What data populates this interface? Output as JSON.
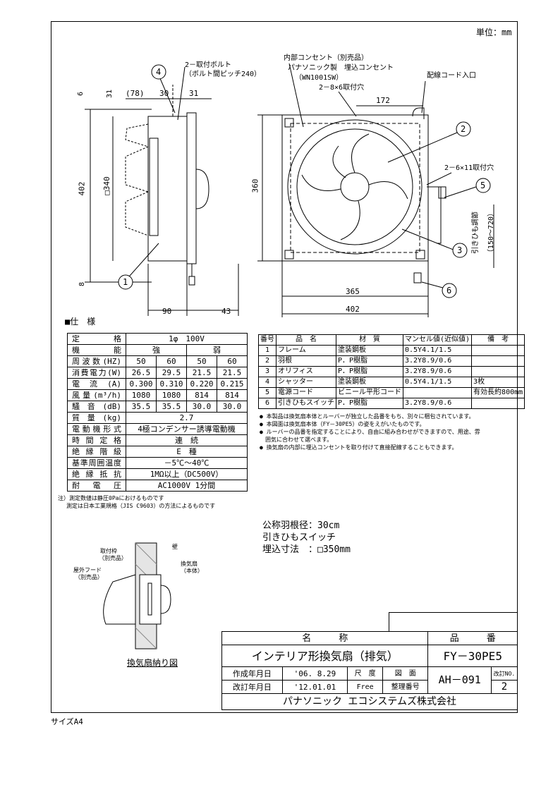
{
  "unit": "単位：mm",
  "size": "サイズA4",
  "callouts": [
    "1",
    "2",
    "3",
    "4",
    "5",
    "6"
  ],
  "side_view": {
    "dims": {
      "d6": "6",
      "d31a": "31",
      "d78": "(78)",
      "d30": "30",
      "d31b": "31",
      "d402": "402",
      "d340": "□340",
      "d8": "8",
      "d90": "90",
      "d43": "43"
    },
    "bolt_note_1": "2－取付ボルト",
    "bolt_note_2": "（ボルト間ピッチ240）"
  },
  "front_view": {
    "note_outlet_1": "内部コンセント（別売品）",
    "note_outlet_2": "パナソニック製　埋込コンセント",
    "note_outlet_3": "（WN1001SW）",
    "note_holes_top": "2－8×6取付穴",
    "note_cord_inlet": "配線コード入口",
    "note_holes_side": "2－6×11取付穴",
    "pull_cord_1": "引きひも調節",
    "pull_cord_2": "（150～720）",
    "dims": {
      "d172": "172",
      "d360": "360",
      "d365": "365",
      "d402": "402"
    }
  },
  "spec": {
    "heading": "■仕　様",
    "rows": [
      {
        "label": "定格",
        "cells": [
          {
            "v": "1φ　100V",
            "span": 4
          }
        ]
      },
      {
        "label": "機能",
        "cells": [
          {
            "v": "強",
            "span": 2
          },
          {
            "v": "弱",
            "span": 2
          }
        ]
      },
      {
        "label": "周波数(HZ)",
        "cells": [
          {
            "v": "50"
          },
          {
            "v": "60"
          },
          {
            "v": "50"
          },
          {
            "v": "60"
          }
        ]
      },
      {
        "label": "消費電力(W)",
        "cells": [
          {
            "v": "26.5"
          },
          {
            "v": "29.5"
          },
          {
            "v": "21.5"
          },
          {
            "v": "21.5"
          }
        ]
      },
      {
        "label": "電流(A)",
        "cells": [
          {
            "v": "0.300"
          },
          {
            "v": "0.310"
          },
          {
            "v": "0.220"
          },
          {
            "v": "0.215"
          }
        ]
      },
      {
        "label": "風量(m³/h)",
        "cells": [
          {
            "v": "1080"
          },
          {
            "v": "1080"
          },
          {
            "v": "814"
          },
          {
            "v": "814"
          }
        ]
      },
      {
        "label": "騒音(dB)",
        "cells": [
          {
            "v": "35.5"
          },
          {
            "v": "35.5"
          },
          {
            "v": "30.0"
          },
          {
            "v": "30.0"
          }
        ]
      },
      {
        "label": "質量(kg)",
        "cells": [
          {
            "v": "2.7",
            "span": 4
          }
        ]
      },
      {
        "label": "電動機形式",
        "cells": [
          {
            "v": "4極コンデンサー誘導電動機",
            "span": 4
          }
        ]
      },
      {
        "label": "時間定格",
        "cells": [
          {
            "v": "連　続",
            "span": 4
          }
        ]
      },
      {
        "label": "絶縁階級",
        "cells": [
          {
            "v": "E　種",
            "span": 4
          }
        ]
      },
      {
        "label": "基準周囲温度",
        "cells": [
          {
            "v": "－5℃～40℃",
            "span": 4
          }
        ]
      },
      {
        "label": "絶縁抵抗",
        "cells": [
          {
            "v": "1MΩ以上（DC500V）",
            "span": 4
          }
        ]
      },
      {
        "label": "耐電圧",
        "cells": [
          {
            "v": "AC1000V 1分間",
            "span": 4
          }
        ]
      }
    ],
    "note_1": "注）測定数値は静圧0Paにおけるものです",
    "note_2": "測定は日本工業規格（JIS C9603）の方法によるものです"
  },
  "parts": {
    "headers": [
      "番号",
      "品　名",
      "材　質",
      "マンセル値(近似値)",
      "備　考"
    ],
    "rows": [
      [
        "1",
        "フレーム",
        "塗装鋼板",
        "0.5Y4.1/1.5",
        ""
      ],
      [
        "2",
        "羽根",
        "P．P樹脂",
        "3.2Y8.9/0.6",
        ""
      ],
      [
        "3",
        "オリフィス",
        "P．P樹脂",
        "3.2Y8.9/0.6",
        ""
      ],
      [
        "4",
        "シャッター",
        "塗装鋼板",
        "0.5Y4.1/1.5",
        "3枚"
      ],
      [
        "5",
        "電源コード",
        "ビニール平形コード",
        "",
        "有効長約800mm"
      ],
      [
        "6",
        "引きひもスイッチ",
        "P．P樹脂",
        "3.2Y8.9/0.6",
        ""
      ]
    ]
  },
  "notes": [
    "本製品は換気扇本体とルーバーが独立した品番をもち、別々に梱包されています。",
    "本図面は換気扇本体（FY－30PE5）の姿をえがいたものです。",
    "ルーバーの品番を指定することにより、自由に組み合わせができますので、用途、雰",
    "囲気に合わせて選べます。",
    "換気扇の内部に埋込コンセントを取り付けて直接配線することもできます。"
  ],
  "summary": [
    "公称羽根径：30cm",
    "引きひもスイッチ",
    "埋込寸法　：□350mm"
  ],
  "install": {
    "title": "換気扇納り図",
    "label_bolt_1": "取付枠",
    "label_bolt_2": "（別売品）",
    "label_wall": "壁",
    "label_hood_1": "屋外フード",
    "label_hood_2": "（別売品）",
    "label_body_1": "換気扇",
    "label_body_2": "（本体）"
  },
  "title_block": {
    "name_header": "名　　　称",
    "number_header": "品　　　番",
    "product_name": "インテリア形換気扇（排気）",
    "product_number": "FY－30PE5",
    "created_label": "作成年月日",
    "created_value": "'06. 8.29",
    "revised_label": "改訂年月日",
    "revised_value": "'12.01.01",
    "scale_label": "尺　度",
    "scale_value": "Free",
    "drawing_label": "図　面",
    "ref_label": "整理番号",
    "drawing_number": "AH－091",
    "rev_label": "改訂NO.",
    "rev_value": "2",
    "company": "パナソニック エコシステムズ株式会社"
  }
}
